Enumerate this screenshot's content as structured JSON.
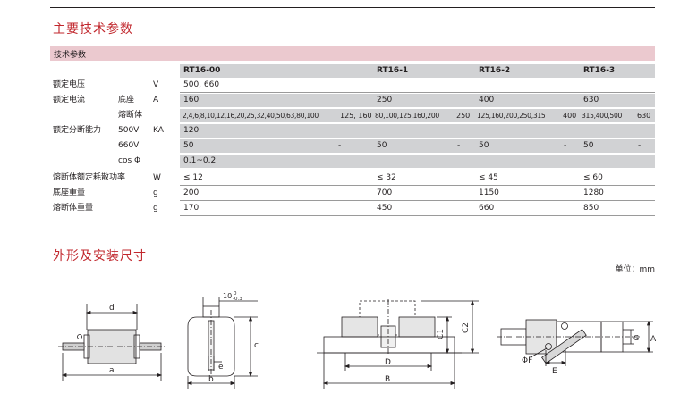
{
  "titles": {
    "main_params": "主要技术参数",
    "dims": "外形及安装尺寸"
  },
  "band_label": "技术参数",
  "headers": [
    "RT16-00",
    "RT16-1",
    "RT16-2",
    "RT16-3"
  ],
  "rows": {
    "voltage": {
      "label": "额定电压",
      "unit": "V",
      "value": "500, 660"
    },
    "current": {
      "label": "额定电流",
      "base": {
        "sub": "底座",
        "unit": "A",
        "values": [
          "160",
          "250",
          "400",
          "630"
        ]
      },
      "fuse": {
        "sub": "熔断体",
        "values": [
          [
            "2,4,6,8,10,12,16,20,25,32,40,50,63,80,100",
            "125, 160"
          ],
          [
            "80,100,125,160,200",
            "250"
          ],
          [
            "125,160,200,250,315",
            "400"
          ],
          [
            "315,400,500",
            "630"
          ]
        ]
      }
    },
    "breaking": {
      "label": "额定分断能力",
      "v500": {
        "sub": "500V",
        "unit": "KA",
        "value": "120"
      },
      "v660": {
        "sub": "660V",
        "values": [
          "50",
          "-",
          "50",
          "-",
          "50",
          "-",
          "50",
          "-"
        ]
      },
      "cos": {
        "sub": "cos Φ",
        "value": "0.1~0.2"
      }
    },
    "power": {
      "label": "熔断体额定耗散功率",
      "unit": "W",
      "values": [
        "≤ 12",
        "≤ 32",
        "≤ 45",
        "≤ 60"
      ]
    },
    "base_weight": {
      "label": "底座重量",
      "unit": "g",
      "values": [
        "200",
        "700",
        "1150",
        "1280"
      ]
    },
    "fuse_weight": {
      "label": "熔断体重量",
      "unit": "g",
      "values": [
        "170",
        "450",
        "660",
        "850"
      ]
    }
  },
  "unit_note": "单位：mm",
  "dim_labels": {
    "d": "d",
    "a": "a",
    "b": "b",
    "e": "e",
    "c": "c",
    "tol_main": "10",
    "tol_up": "0",
    "tol_down": "-0.3",
    "C1": "C1",
    "C2": "C2",
    "D": "D",
    "B": "B",
    "A": "A",
    "G": "G",
    "E": "E",
    "phiF": "ΦF"
  }
}
